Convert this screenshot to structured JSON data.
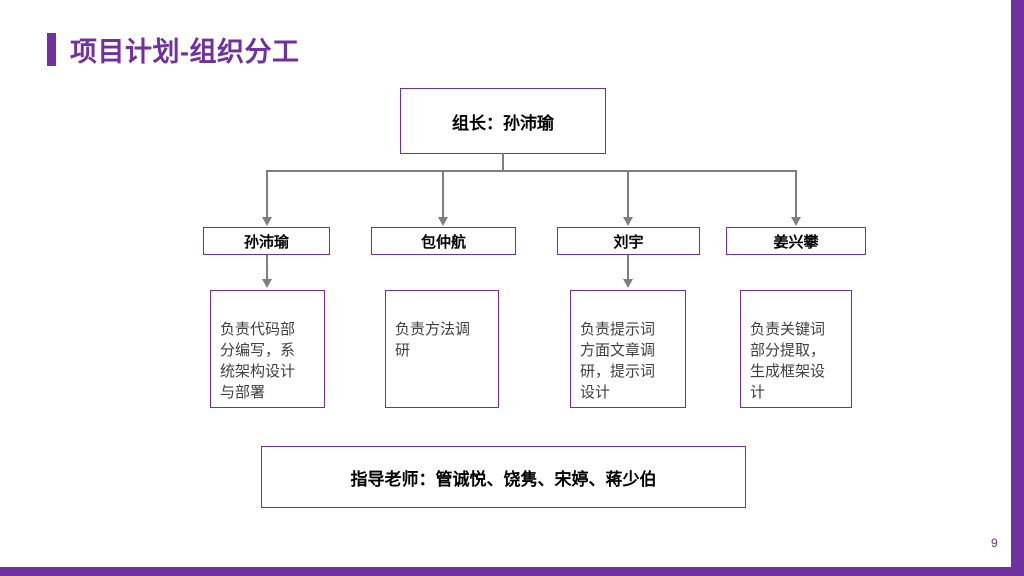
{
  "slide": {
    "title": "项目计划-组织分工",
    "page_number": "9",
    "accent_color": "#7030A0",
    "connector_color": "#7F7F7F"
  },
  "org_chart": {
    "leader": {
      "label": "组长：孙沛瑜"
    },
    "members": [
      {
        "name": "孙沛瑜",
        "role": "负责代码部\n分编写，系\n统架构设计\n与部署"
      },
      {
        "name": "包仲航",
        "role": "负责方法调\n研"
      },
      {
        "name": "刘宇",
        "role": "负责提示词\n方面文章调\n研，提示词\n设计"
      },
      {
        "name": "姜兴攀",
        "role": "负责关键词\n部分提取，\n生成框架设\n计"
      }
    ],
    "advisors": {
      "label": "指导老师：管诚悦、饶隽、宋婷、蒋少伯"
    }
  }
}
